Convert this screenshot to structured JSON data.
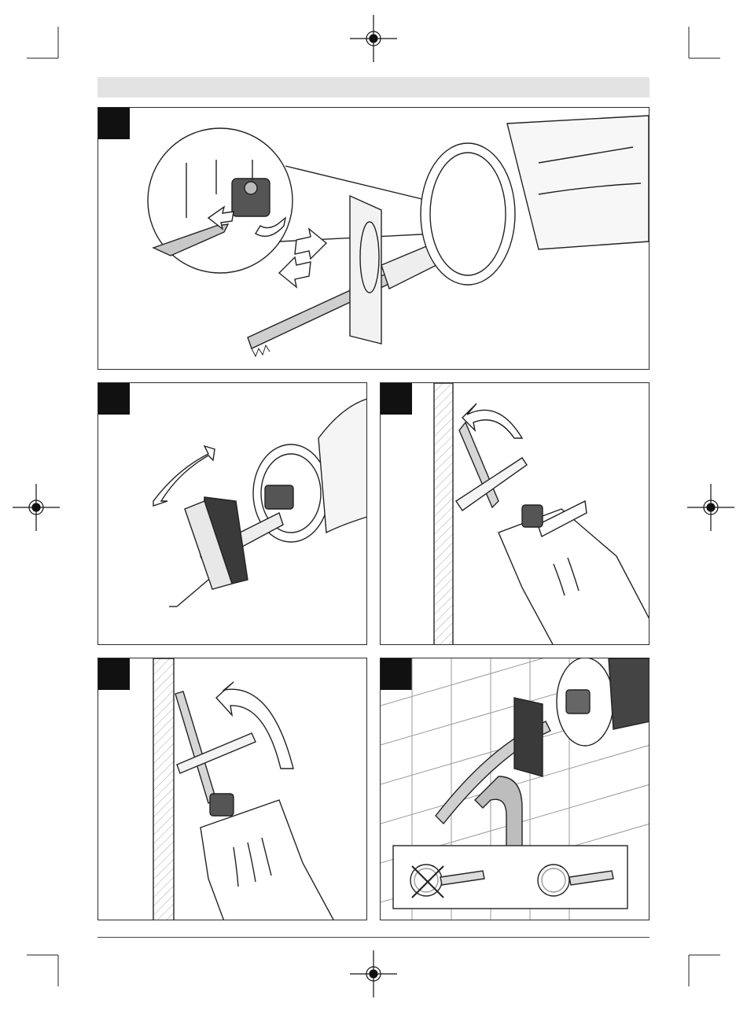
{
  "page": {
    "header_text": "",
    "footer_text": ""
  },
  "panels": [
    {
      "id": "figure-1",
      "tag": ""
    },
    {
      "id": "figure-2",
      "tag": ""
    },
    {
      "id": "figure-3",
      "tag": ""
    },
    {
      "id": "figure-4",
      "tag": ""
    },
    {
      "id": "figure-5",
      "tag": ""
    }
  ],
  "colors": {
    "tag": "#111111",
    "header": "#e3e3e3",
    "line": "#2a2a2a",
    "device_dark": "#3a3a3a",
    "brick_line": "#9a9a9a"
  },
  "icons": [
    "registration-mark-icon",
    "crop-mark-icon",
    "arrow-icon",
    "cross-icon"
  ]
}
